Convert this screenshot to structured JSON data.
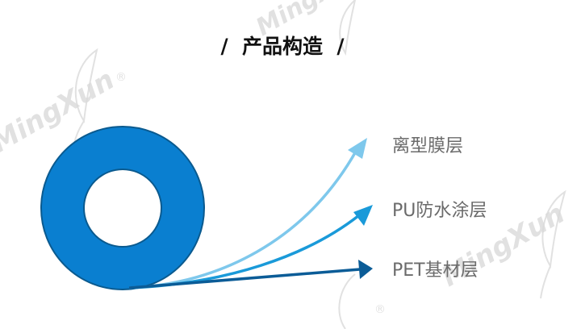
{
  "title": "/  产品构造  /",
  "watermark": {
    "text": "MingXun",
    "registered": "®"
  },
  "layers": [
    {
      "label": "离型膜层",
      "color": "#7ec8ec"
    },
    {
      "label": "PU防水涂层",
      "color": "#1a9ad9"
    },
    {
      "label": "PET基材层",
      "color": "#0b5c97"
    }
  ],
  "roll": {
    "fill": "#0a7fd0",
    "stroke": "#0a5a8f"
  }
}
